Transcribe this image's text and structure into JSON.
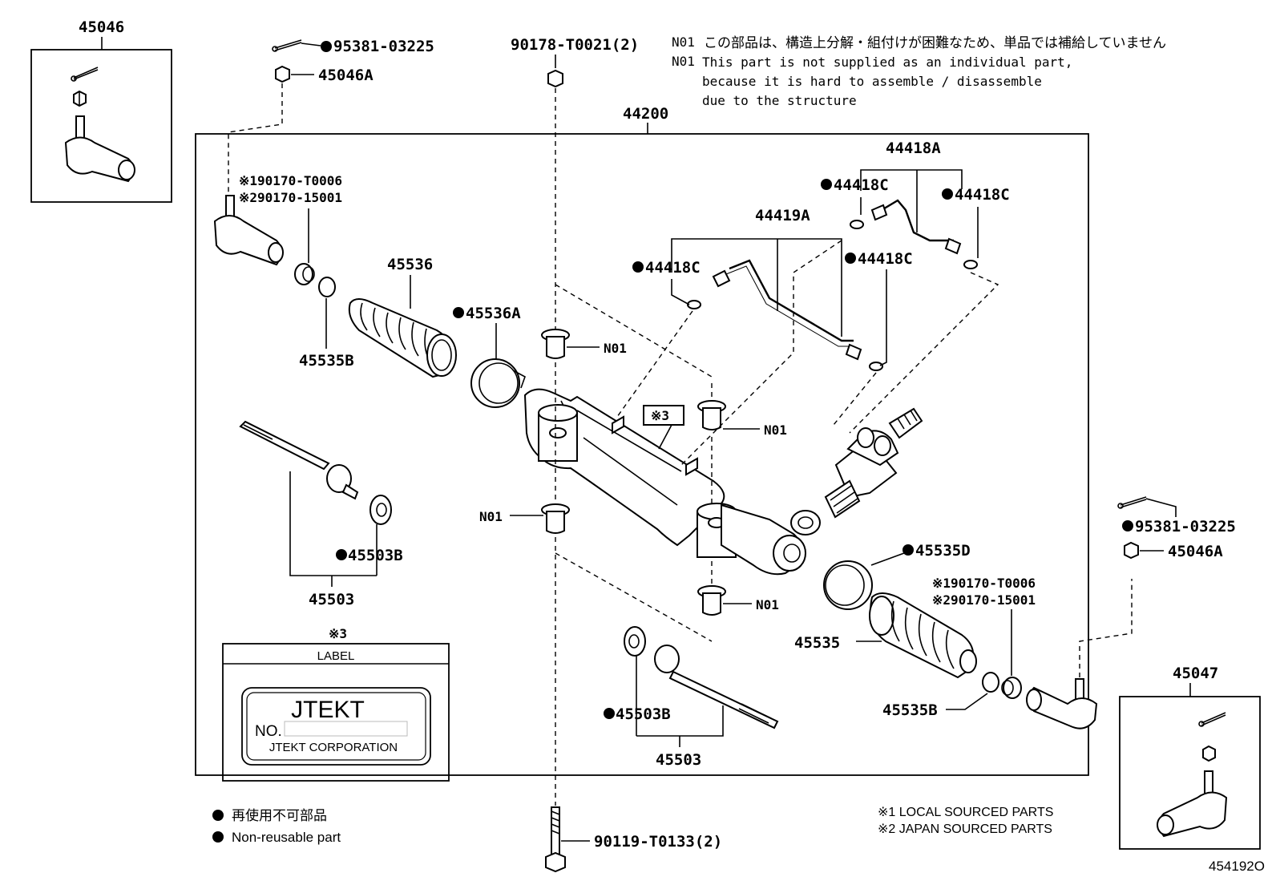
{
  "diagram": {
    "figure_code": "454192O",
    "assembly": "44200",
    "notes": {
      "n01_jp_tag": "N01",
      "n01_jp": "この部品は、構造上分解・組付けが困難なため、単品では補給していません",
      "n01_en_tag": "N01",
      "n01_en_line1": "This part is not supplied as an individual part,",
      "n01_en_line2": "because it is hard to assemble / disassemble",
      "n01_en_line3": "due to the structure"
    },
    "legend": {
      "jp": "再使用不可部品",
      "en": "Non-reusable part",
      "local": "※1 LOCAL SOURCED PARTS",
      "japan": "※2 JAPAN SOURCED PARTS"
    },
    "label_box": {
      "ref": "※3",
      "title": "LABEL",
      "brand": "JTEKT",
      "no": "NO.",
      "corp": "JTEKT CORPORATION"
    },
    "callouts": {
      "p45046": "45046",
      "p45047": "45047",
      "p95381_top": "95381-03225",
      "p45046a_top": "45046A",
      "p90178": "90178-T0021(2)",
      "p190170_l": "※190170-T0006",
      "p290170_l": "※290170-15001",
      "p45536": "45536",
      "p45536a": "45536A",
      "p45535b_l": "45535B",
      "p44418a": "44418A",
      "p44418c_1": "44418C",
      "p44418c_2": "44418C",
      "p44418c_3": "44418C",
      "p44418c_4": "44418C",
      "p44419a": "44419A",
      "n01_1": "N01",
      "n01_2": "N01",
      "n01_3": "N01",
      "n01_4": "N01",
      "ref3": "※3",
      "p45503b_l": "45503B",
      "p45503_l": "45503",
      "p95381_r": "95381-03225",
      "p45046a_r": "45046A",
      "p45535d": "45535D",
      "p190170_r": "※190170-T0006",
      "p290170_r": "※290170-15001",
      "p45535": "45535",
      "p45535b_r": "45535B",
      "p45503b_r": "45503B",
      "p45503_r": "45503",
      "p90119": "90119-T0133(2)"
    }
  }
}
